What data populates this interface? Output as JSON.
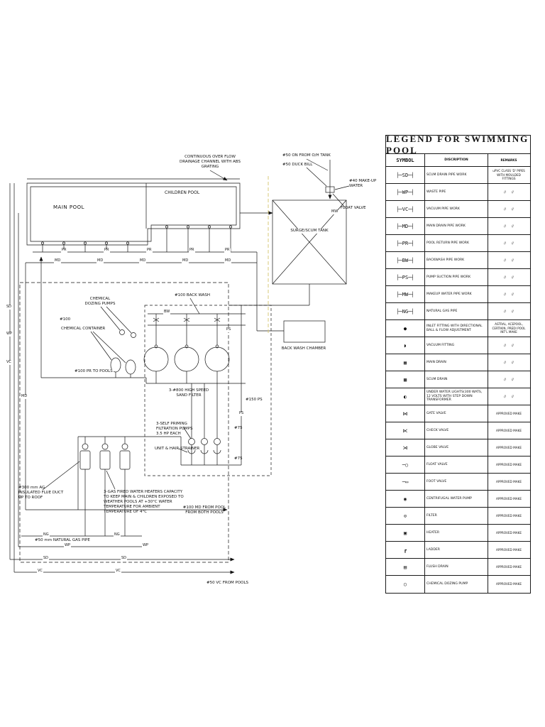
{
  "legend": {
    "title": "LEGEND FOR SWIMMING POOL",
    "headers": [
      "SYMBOL",
      "DISCRIPTION",
      "REMARKS"
    ],
    "rows": [
      {
        "glyph": "├─SD─┤",
        "description": "SCUM DRAIN PIPE WORK",
        "remarks": "uPVC CLASS 'D' PIPES WITH MOULDED FITTINGS"
      },
      {
        "glyph": "├─WP─┤",
        "description": "WASTE PIPE",
        "remarks": "//      //"
      },
      {
        "glyph": "├─VC─┤",
        "description": "VACUUM PIPE WORK",
        "remarks": "//      //"
      },
      {
        "glyph": "├─MD─┤",
        "description": "MAIN DRAIN PIPE WORK",
        "remarks": "//      //"
      },
      {
        "glyph": "├─PR─┤",
        "description": "POOL RETURN PIPE WORK",
        "remarks": "//      //"
      },
      {
        "glyph": "├─BW─┤",
        "description": "BACKWASH PIPE WORK",
        "remarks": "//      //"
      },
      {
        "glyph": "├─PS─┤",
        "description": "PUMP SUCTION PIPE WORK",
        "remarks": "//      //"
      },
      {
        "glyph": "├─MW─┤",
        "description": "MAKEUP WATER PIPE WORK",
        "remarks": "//      //"
      },
      {
        "glyph": "├─NG─┤",
        "description": "NATURAL GAS PIPE",
        "remarks": "//      //"
      },
      {
        "glyph": "●",
        "description": "INLET FITTING WITH DIRECTIONAL BALL & FLOW ADJUSTMENT",
        "remarks": "ASTRAL, ACEPOOL, CERTIKIN, PREDI POOL INT'L MAKE"
      },
      {
        "glyph": "◗",
        "description": "VACUUM FITTING",
        "remarks": "//      //"
      },
      {
        "glyph": "▦",
        "description": "MAIN DRAIN",
        "remarks": "//      //"
      },
      {
        "glyph": "▩",
        "description": "SCUM DRAIN",
        "remarks": "//      //"
      },
      {
        "glyph": "◐",
        "description": "UNDER WATER LIGHTS(300 WATS, 12 VOLTS WITH STEP DOWN TRANSFORMER",
        "remarks": "//      //"
      },
      {
        "glyph": "⋈",
        "description": "GATE VALVE",
        "remarks": "APPROVED MAKE"
      },
      {
        "glyph": "⋉",
        "description": "CHECK VALVE",
        "remarks": "APPROVED MAKE"
      },
      {
        "glyph": "⋊",
        "description": "GLOBE VALVE",
        "remarks": "APPROVED MAKE"
      },
      {
        "glyph": "─○",
        "description": "FLOAT VALVE",
        "remarks": "APPROVED MAKE"
      },
      {
        "glyph": "─▭",
        "description": "FOOT VALVE",
        "remarks": "APPROVED MAKE"
      },
      {
        "glyph": "◉",
        "description": "CENTRIFUGAL WATER PUMP",
        "remarks": "APPROVED MAKE"
      },
      {
        "glyph": "⊙",
        "description": "FILTER",
        "remarks": "APPROVED MAKE"
      },
      {
        "glyph": "▣",
        "description": "HEATER",
        "remarks": "APPROVED MAKE"
      },
      {
        "glyph": "┏",
        "description": "LADDER",
        "remarks": "APPROVED MAKE"
      },
      {
        "glyph": "▤",
        "description": "FLUSH DRAIN",
        "remarks": "APPROVED MAKE"
      },
      {
        "glyph": "○",
        "description": "CHEMICAL DOZING PUMP",
        "remarks": "APPROVED MAKE"
      }
    ]
  },
  "diagram": {
    "labels": {
      "overflow_channel": "CONTINUOUS OVER FLOW DRAINAGE CHANNEL WITH ABS GRATING",
      "oh_tank": "#50 ON FROM O/H TANK",
      "duck_bill": "#50 DUCK BILL",
      "makeup_water": "#40 MAKE-UP WATER",
      "float_valve": "FLOAT VALVE",
      "main_pool": "MAIN POOL",
      "children_pool": "CHILDREN POOL",
      "surge_tank": "SURGE/SCUM TANK",
      "dozing_pumps": "CHEMICAL DOZING PUMPS",
      "chemical_container": "CHEMICAL CONTAINER",
      "back_wash": "#100 BACK WASH",
      "dia100": "#100",
      "pr_to_pools": "#100 PR TO POOLS",
      "back_wash_chamber": "BACK WASH CHAMBER",
      "sand_filter": "3-#800 HIGH SPEED SAND FILTER",
      "filtration_pumps": "3-SELF PRIMING FILTRATION PUMPS 3.5 HP EACH",
      "hair_strainer": "UNIT & HAIR STRAINER",
      "ps150": "#150 PS",
      "dia75": "#75",
      "heaters": "3-GAS FIRED WATER HEATERS CAPACITY TO KEEP MAIN & CHILDREN EXPOSED TO WEATHER POOLS AT +30°C WATER TEMPERATURE FOR AMBIENT TEMPERATURE OF 4°C",
      "flue_duct": "#300 mm AG INSULATED FLUE DUCT UP TO ROOF",
      "gas_pipe": "#50 mm NATURAL GAS PIPE",
      "md_from_pools": "#100 MD FROM POOL FROM BOTH POOLS",
      "vc_from_pools": "#50 VC FROM POOLS"
    },
    "pipe_tags": {
      "pr": "PR",
      "md": "MD",
      "sd": "SD",
      "wp": "WP",
      "vc": "VC",
      "ng": "NG",
      "bw": "BW",
      "ps": "PS",
      "mw": "MW"
    }
  }
}
